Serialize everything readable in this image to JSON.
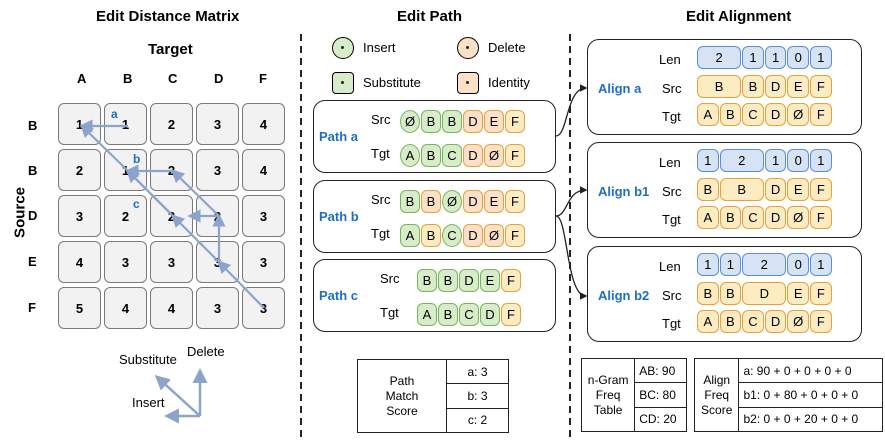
{
  "headers": {
    "matrix": "Edit Distance Matrix",
    "path": "Edit Path",
    "alignment": "Edit Alignment"
  },
  "matrix": {
    "target_label": "Target",
    "source_label": "Source",
    "cols": [
      "A",
      "B",
      "C",
      "D",
      "F"
    ],
    "rows": [
      "B",
      "B",
      "D",
      "E",
      "F"
    ],
    "values": [
      [
        "1",
        "1",
        "2",
        "3",
        "4"
      ],
      [
        "2",
        "1",
        "2",
        "3",
        "4"
      ],
      [
        "3",
        "2",
        "2",
        "2",
        "3"
      ],
      [
        "4",
        "3",
        "3",
        "3",
        "3"
      ],
      [
        "5",
        "4",
        "4",
        "3",
        "3"
      ]
    ],
    "path_letters": [
      "a",
      "b",
      "c"
    ],
    "arrow_legend": {
      "substitute": "Substitute",
      "delete": "Delete",
      "insert": "Insert"
    },
    "arrow_color": "#8ca3cc",
    "path_color": "#5a78b8"
  },
  "legend": {
    "insert": "Insert",
    "delete": "Delete",
    "substitute": "Substitute",
    "identity": "Identity"
  },
  "paths": [
    {
      "name": "Path a",
      "src": [
        [
          "Ø",
          "gc"
        ],
        [
          "B",
          "g"
        ],
        [
          "B",
          "g"
        ],
        [
          "D",
          "o"
        ],
        [
          "E",
          "o"
        ],
        [
          "F",
          "y"
        ]
      ],
      "tgt": [
        [
          "A",
          "gc"
        ],
        [
          "B",
          "g"
        ],
        [
          "C",
          "g"
        ],
        [
          "D",
          "o"
        ],
        [
          "Ø",
          "o"
        ],
        [
          "F",
          "y"
        ]
      ]
    },
    {
      "name": "Path b",
      "src": [
        [
          "B",
          "g"
        ],
        [
          "B",
          "o"
        ],
        [
          "Ø",
          "gc"
        ],
        [
          "D",
          "o"
        ],
        [
          "E",
          "o"
        ],
        [
          "F",
          "y"
        ]
      ],
      "tgt": [
        [
          "A",
          "g"
        ],
        [
          "B",
          "y"
        ],
        [
          "C",
          "gc"
        ],
        [
          "D",
          "o"
        ],
        [
          "Ø",
          "o"
        ],
        [
          "F",
          "y"
        ]
      ]
    },
    {
      "name": "Path c",
      "src": [
        [
          "B",
          "g"
        ],
        [
          "B",
          "g"
        ],
        [
          "D",
          "g"
        ],
        [
          "E",
          "g"
        ],
        [
          "F",
          "y"
        ]
      ],
      "tgt": [
        [
          "A",
          "g"
        ],
        [
          "B",
          "g"
        ],
        [
          "C",
          "g"
        ],
        [
          "D",
          "g"
        ],
        [
          "F",
          "y"
        ]
      ]
    }
  ],
  "row_labels": {
    "src": "Src",
    "tgt": "Tgt",
    "len": "Len"
  },
  "match_table": {
    "label_lines": [
      "Path",
      "Match",
      "Score"
    ],
    "rows": [
      "a: 3",
      "b: 3",
      "c: 2"
    ]
  },
  "aligns": [
    {
      "name": "Align a",
      "len": [
        [
          "2",
          2
        ],
        [
          "1",
          1
        ],
        [
          "1",
          1
        ],
        [
          "0",
          1
        ],
        [
          "1",
          1
        ]
      ],
      "src": [
        [
          "B",
          2
        ],
        [
          "B",
          1
        ],
        [
          "D",
          1
        ],
        [
          "E",
          1
        ],
        [
          "F",
          1
        ]
      ],
      "tgt": [
        [
          "A",
          1
        ],
        [
          "B",
          1
        ],
        [
          "C",
          1
        ],
        [
          "D",
          1
        ],
        [
          "Ø",
          1
        ],
        [
          "F",
          1
        ]
      ]
    },
    {
      "name": "Align b1",
      "len": [
        [
          "1",
          1
        ],
        [
          "2",
          2
        ],
        [
          "1",
          1
        ],
        [
          "0",
          1
        ],
        [
          "1",
          1
        ]
      ],
      "src": [
        [
          "B",
          1
        ],
        [
          "B",
          2
        ],
        [
          "D",
          1
        ],
        [
          "E",
          1
        ],
        [
          "F",
          1
        ]
      ],
      "tgt": [
        [
          "A",
          1
        ],
        [
          "B",
          1
        ],
        [
          "C",
          1
        ],
        [
          "D",
          1
        ],
        [
          "Ø",
          1
        ],
        [
          "F",
          1
        ]
      ]
    },
    {
      "name": "Align b2",
      "len": [
        [
          "1",
          1
        ],
        [
          "1",
          1
        ],
        [
          "2",
          2
        ],
        [
          "0",
          1
        ],
        [
          "1",
          1
        ]
      ],
      "src": [
        [
          "B",
          1
        ],
        [
          "B",
          1
        ],
        [
          "D",
          2
        ],
        [
          "E",
          1
        ],
        [
          "F",
          1
        ]
      ],
      "tgt": [
        [
          "A",
          1
        ],
        [
          "B",
          1
        ],
        [
          "C",
          1
        ],
        [
          "D",
          1
        ],
        [
          "Ø",
          1
        ],
        [
          "F",
          1
        ]
      ]
    }
  ],
  "ngram_table": {
    "label_lines": [
      "n-Gram",
      "Freq",
      "Table"
    ],
    "rows": [
      "AB: 90",
      "BC: 80",
      "CD: 20"
    ]
  },
  "freq_table": {
    "label_lines": [
      "Align",
      "Freq",
      "Score"
    ],
    "rows": [
      "a: 90 + 0 + 0 + 0 + 0",
      "b1: 0 + 80 + 0 + 0 + 0",
      "b2: 0 + 0 + 20 + 0 + 0"
    ]
  }
}
